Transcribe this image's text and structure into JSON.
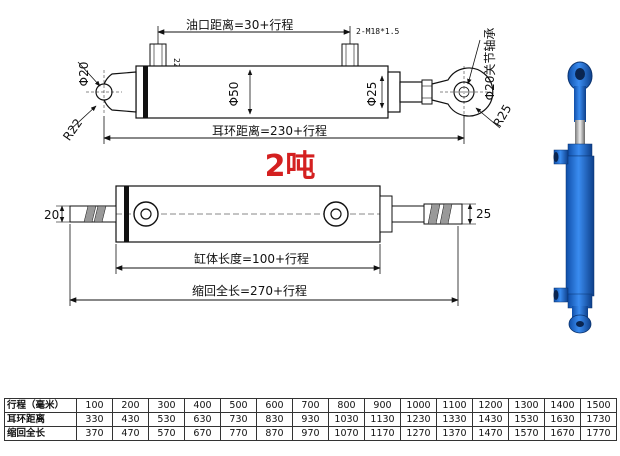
{
  "title": "2吨",
  "top_view": {
    "oil_port_distance": "油口距离=30+行程",
    "port_spec": "2-M18*1.5",
    "port_height": "22",
    "left_pin_diameter": "Φ20",
    "left_radius": "R22",
    "bore_diameter": "Φ50",
    "rod_diameter": "Φ25",
    "right_pin": "Φ20关节轴承",
    "right_radius": "R25",
    "eye_distance": "耳环距离=230+行程"
  },
  "side_view": {
    "left_eye_width": "20",
    "right_eye_width": "25",
    "barrel_length": "缸体长度=100+行程",
    "retracted_length": "缩回全长=270+行程"
  },
  "table": {
    "rows": [
      {
        "label": "行程（毫米）",
        "values": [
          "100",
          "200",
          "300",
          "400",
          "500",
          "600",
          "700",
          "800",
          "900",
          "1000",
          "1100",
          "1200",
          "1300",
          "1400",
          "1500"
        ]
      },
      {
        "label": "耳环距离",
        "values": [
          "330",
          "430",
          "530",
          "630",
          "730",
          "830",
          "930",
          "1030",
          "1130",
          "1230",
          "1330",
          "1430",
          "1530",
          "1630",
          "1730"
        ]
      },
      {
        "label": "缩回全长",
        "values": [
          "370",
          "470",
          "570",
          "670",
          "770",
          "870",
          "970",
          "1070",
          "1170",
          "1270",
          "1370",
          "1470",
          "1570",
          "1670",
          "1770"
        ]
      }
    ]
  },
  "colors": {
    "title": "#d42020",
    "cylinder_photo": "#1f6fd6",
    "line": "#111111"
  }
}
